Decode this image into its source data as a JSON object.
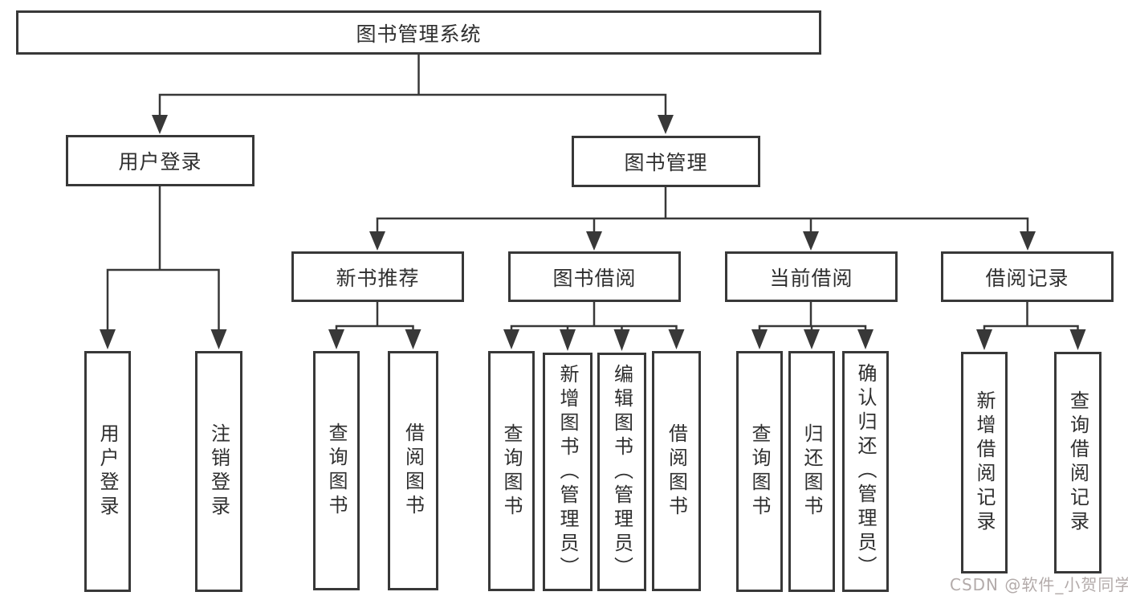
{
  "diagram": {
    "root": {
      "label": "图书管理系统"
    },
    "level2": {
      "user_login": {
        "label": "用户登录"
      },
      "book_management": {
        "label": "图书管理"
      }
    },
    "level3": {
      "new_book_recommend": {
        "label": "新书推荐"
      },
      "book_borrow": {
        "label": "图书借阅"
      },
      "current_borrow": {
        "label": "当前借阅"
      },
      "borrow_records": {
        "label": "借阅记录"
      }
    },
    "leaves": {
      "user_login": [
        "用户登录",
        "注销登录"
      ],
      "new_book_recommend": [
        "查询图书",
        "借阅图书"
      ],
      "book_borrow": [
        "查询图书",
        "新增图书（管理员）",
        "编辑图书（管理员）",
        "借阅图书"
      ],
      "current_borrow": [
        "查询图书",
        "归还图书",
        "确认归还（管理员）"
      ],
      "borrow_records": [
        "新增借阅记录",
        "查询借阅记录"
      ]
    }
  },
  "watermark": {
    "text": "CSDN @软件_小贺同学"
  },
  "colors": {
    "line": "#383838",
    "text": "#2f2f2f",
    "box_background": "#ffffff",
    "watermark": "#b3abaa",
    "background": "#ffffff"
  }
}
